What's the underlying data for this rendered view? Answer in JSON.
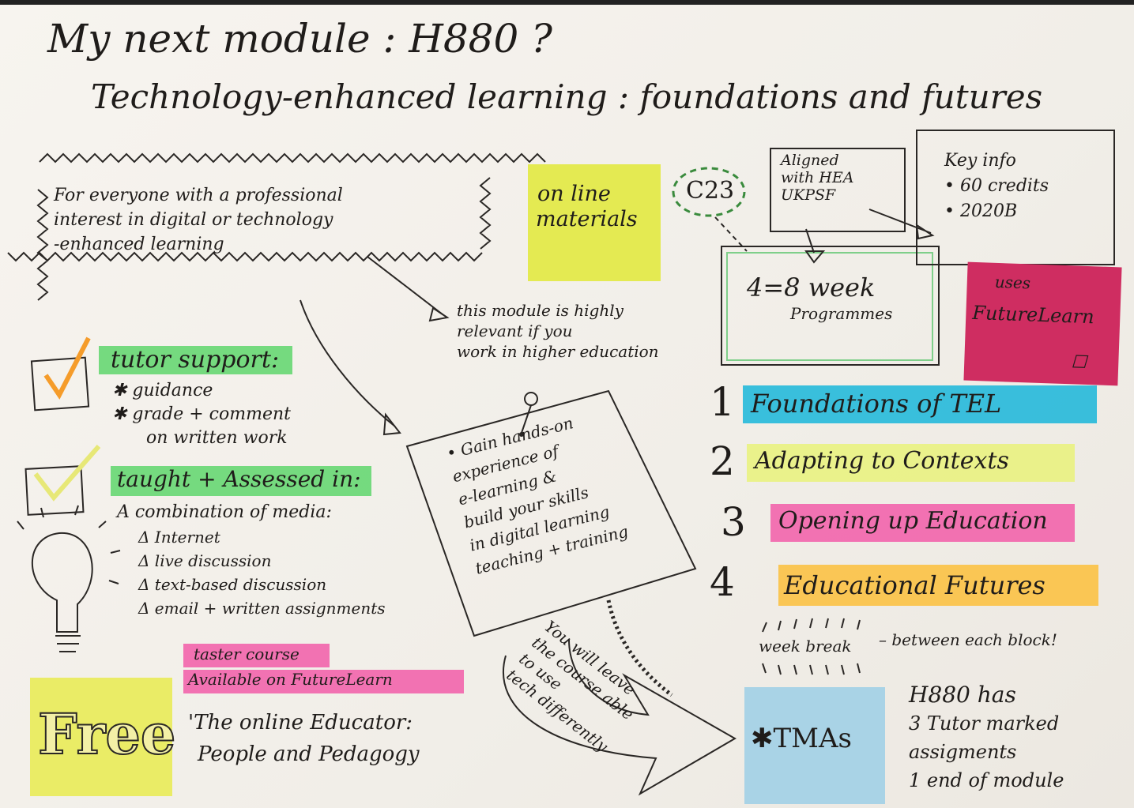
{
  "title": {
    "line1": "My next module : H880 ?",
    "line2": "Technology-enhanced learning : foundations and futures"
  },
  "cloud_text": [
    "For everyone with a professional",
    "interest in digital or technology",
    "-enhanced learning"
  ],
  "online_materials": [
    "on line",
    "materials"
  ],
  "c23": "C23",
  "aligned": [
    "Aligned",
    "with HEA",
    "UKPSF"
  ],
  "key_info": [
    "Key info",
    "• 60 credits",
    "• 2020B"
  ],
  "programmes": [
    "4=8 week",
    "Programmes"
  ],
  "futurelearn": [
    "uses",
    "FutureLearn"
  ],
  "relevant": [
    "this module is highly",
    "relevant if you",
    "work in higher education"
  ],
  "tutor_support": {
    "heading": "tutor support:",
    "items": [
      "✱ guidance",
      "✱ grade + comment",
      "on written work"
    ]
  },
  "taught": {
    "heading": "taught + Assessed in:",
    "intro": "A combination of media:",
    "items": [
      "Δ Internet",
      "Δ live discussion",
      "Δ text-based discussion",
      "Δ email + written assignments"
    ]
  },
  "pinned_note": [
    "• Gain hands-on",
    "experience of",
    "e-learning &",
    "build your skills",
    "in digital learning",
    "teaching + training"
  ],
  "arrow_text": [
    "You will leave",
    "the course able",
    "to use",
    "tech differently"
  ],
  "blocks": [
    {
      "num": "1",
      "label": "Foundations of TEL",
      "color": "#19b6d9"
    },
    {
      "num": "2",
      "label": "Adapting to Contexts",
      "color": "#e9f27a"
    },
    {
      "num": "3",
      "label": "Opening up Education",
      "color": "#f25ca8"
    },
    {
      "num": "4",
      "label": "Educational Futures",
      "color": "#fbbf3b"
    }
  ],
  "week_break": [
    "week break",
    "– between each block!"
  ],
  "taster": [
    "taster course",
    "Available on FutureLearn"
  ],
  "free": "Free",
  "online_educator": [
    "'The online Educator:",
    "People and Pedagogy"
  ],
  "tmas": "✱TMAs",
  "h880_has": [
    "H880 has",
    "3 Tutor marked",
    "assigments",
    "1 end of module"
  ],
  "colors": {
    "yellow_sticky": "#e4ea52",
    "pink_sticky": "#cf2d61",
    "blue_sticky": "#a9d3e6",
    "free_sticky": "#eaec66",
    "green_hl": "#5ed66c",
    "pink_hl": "#f25ca8"
  }
}
